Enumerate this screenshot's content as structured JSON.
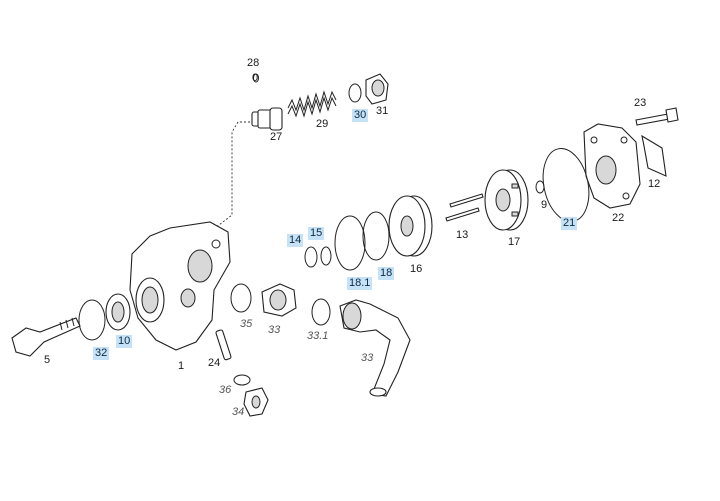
{
  "labels": [
    {
      "id": "l28",
      "text": "28",
      "hl": false,
      "it": false
    },
    {
      "id": "l0",
      "text": "0",
      "hl": false,
      "it": false
    },
    {
      "id": "l27",
      "text": "27",
      "hl": false,
      "it": false
    },
    {
      "id": "l29",
      "text": "29",
      "hl": false,
      "it": false
    },
    {
      "id": "l30",
      "text": "30",
      "hl": true,
      "it": false
    },
    {
      "id": "l31",
      "text": "31",
      "hl": false,
      "it": false
    },
    {
      "id": "l23",
      "text": "23",
      "hl": false,
      "it": false
    },
    {
      "id": "l12",
      "text": "12",
      "hl": false,
      "it": false
    },
    {
      "id": "l22",
      "text": "22",
      "hl": false,
      "it": false
    },
    {
      "id": "l21",
      "text": "21",
      "hl": true,
      "it": false
    },
    {
      "id": "l9",
      "text": "9",
      "hl": false,
      "it": false
    },
    {
      "id": "l17",
      "text": "17",
      "hl": false,
      "it": false
    },
    {
      "id": "l13",
      "text": "13",
      "hl": false,
      "it": false
    },
    {
      "id": "l16",
      "text": "16",
      "hl": false,
      "it": false
    },
    {
      "id": "l18",
      "text": "18",
      "hl": true,
      "it": false
    },
    {
      "id": "l181",
      "text": "18.1",
      "hl": true,
      "it": false
    },
    {
      "id": "l15",
      "text": "15",
      "hl": true,
      "it": false
    },
    {
      "id": "l14",
      "text": "14",
      "hl": true,
      "it": false
    },
    {
      "id": "l35",
      "text": "35",
      "hl": false,
      "it": true
    },
    {
      "id": "l33a",
      "text": "33",
      "hl": false,
      "it": true
    },
    {
      "id": "l331",
      "text": "33.1",
      "hl": false,
      "it": true
    },
    {
      "id": "l33b",
      "text": "33",
      "hl": false,
      "it": true
    },
    {
      "id": "l1",
      "text": "1",
      "hl": false,
      "it": false
    },
    {
      "id": "l24",
      "text": "24",
      "hl": false,
      "it": false
    },
    {
      "id": "l36",
      "text": "36",
      "hl": false,
      "it": true
    },
    {
      "id": "l34",
      "text": "34",
      "hl": false,
      "it": true
    },
    {
      "id": "l5",
      "text": "5",
      "hl": false,
      "it": false
    },
    {
      "id": "l32",
      "text": "32",
      "hl": true,
      "it": false
    },
    {
      "id": "l10",
      "text": "10",
      "hl": true,
      "it": false
    }
  ]
}
